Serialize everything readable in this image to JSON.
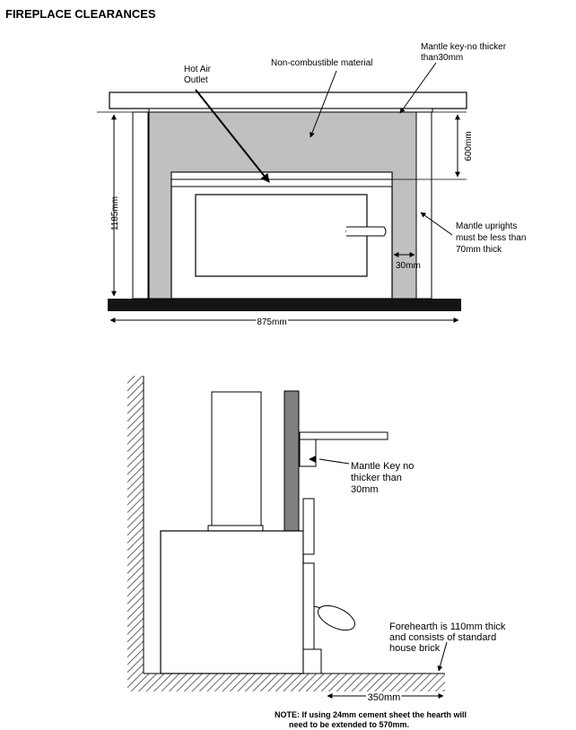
{
  "title": "FIREPLACE CLEARANCES",
  "front_view": {
    "mantle_key_note": [
      "Mantle key-no thicker",
      "than30mm"
    ],
    "material_label": "Non-combustible material",
    "hot_air_label": [
      "Hot Air",
      "Outlet"
    ],
    "height_label": "1185mm",
    "gap_above_label": "600mm",
    "uprights_note": [
      "Mantle uprights",
      "must be less than",
      "70mm thick"
    ],
    "side_gap_label": "30mm",
    "width_label": "875mm"
  },
  "side_view": {
    "mantle_key_note": [
      "Mantle Key no",
      "thicker than",
      "30mm"
    ],
    "forehearth_note": [
      "Forehearth is 110mm thick",
      "and consists of standard",
      "house brick"
    ],
    "hearth_depth_label": "350mm",
    "footnote": [
      "NOTE: If using 24mm cement sheet the hearth will",
      "need to be extended to 570mm."
    ]
  },
  "colors": {
    "fill_gray": "#c0c0c0",
    "dark_gray": "#7f7f7f",
    "hearth": "#141414",
    "line": "#000000"
  }
}
